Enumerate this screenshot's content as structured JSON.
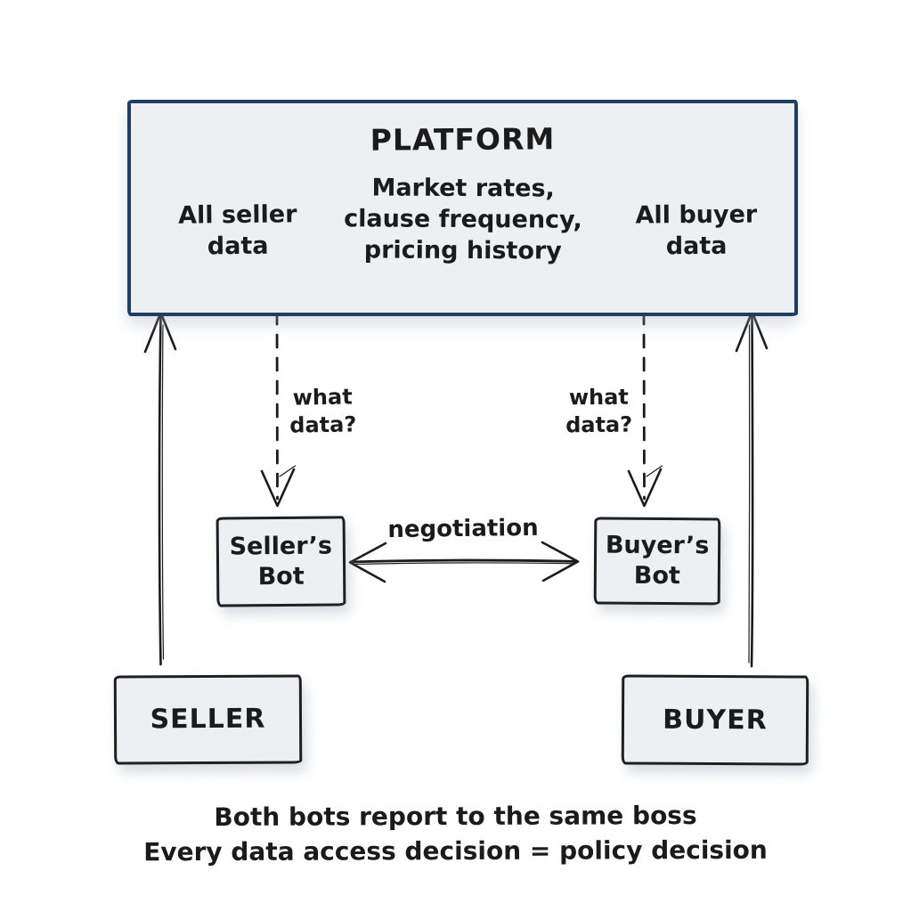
{
  "platform": {
    "title": "PLATFORM",
    "left_data": "All seller\ndata",
    "center_data": "Market rates,\nclause frequency,\npricing history",
    "right_data": "All buyer\ndata"
  },
  "arrows": {
    "left_query_label": "what\ndata?",
    "right_query_label": "what\ndata?",
    "negotiation_label": "negotiation"
  },
  "nodes": {
    "seller_bot": "Seller’s\nBot",
    "buyer_bot": "Buyer’s\nBot",
    "seller": "SELLER",
    "buyer": "BUYER"
  },
  "caption": {
    "line1": "Both bots report to the same boss",
    "line2": "Every data access decision = policy decision"
  },
  "colors": {
    "platform_border": "#1e3f63",
    "box_fill": "#edeff2",
    "ink": "#1b1b1b"
  }
}
